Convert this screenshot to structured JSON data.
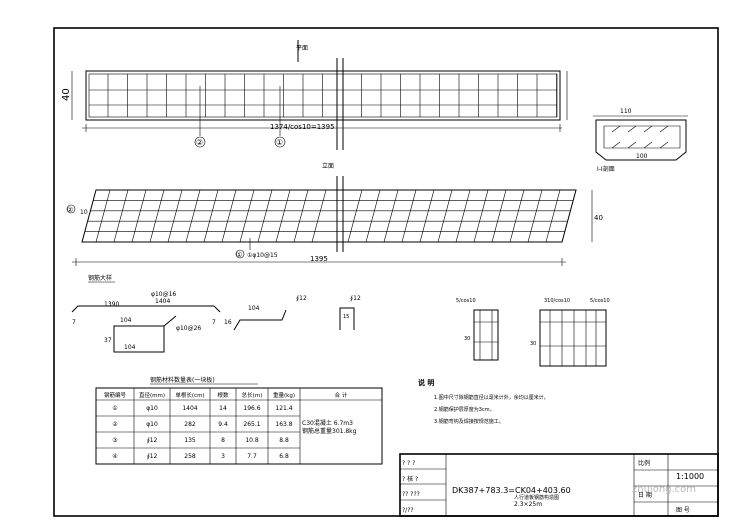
{
  "drawing": {
    "plan_label": "平面",
    "elev_label": "立面",
    "length_label": "1374/cos10=1395",
    "total_len": "1395",
    "height_label": "40",
    "side_dim": "10",
    "marker_1": "①",
    "marker_2": "②",
    "bar_note": "①φ10@15",
    "section_label": "I-I剖面",
    "section_top": "110",
    "section_bot": "100",
    "rebar_detail_label": "钢筋大样",
    "bar1_len": "1390",
    "bar1_note": "φ10@16",
    "bar1_total": "1404",
    "bar1_end": "7",
    "bar2_dim": "104",
    "bar2_note": "φ10@26",
    "bar2_side": "37",
    "bar3_dim": "104",
    "bar3_h": "16",
    "bar4_top": "∮12",
    "bar4_dim": "15",
    "detail_a_top": "5/cos10",
    "detail_b_top": "310/cos10",
    "detail_b_right": "5/cos10",
    "detail_side": "30",
    "table_title": "钢筋材料数量表(一块板)"
  },
  "table": {
    "headers": [
      "钢筋编号",
      "直径(mm)",
      "单根长(cm)",
      "根数",
      "总长(m)",
      "重量(kg)",
      "合 计"
    ],
    "rows": [
      [
        "①",
        "φ10",
        "1404",
        "14",
        "196.6",
        "121.4"
      ],
      [
        "②",
        "φ10",
        "282",
        "9.4",
        "265.1",
        "163.8"
      ],
      [
        "③",
        "∮12",
        "135",
        "8",
        "10.8",
        "8.8"
      ],
      [
        "④",
        "∮12",
        "258",
        "3",
        "7.7",
        "6.8"
      ]
    ],
    "total_line1": "C30混凝土 6.7m3",
    "total_line2": "钢筋总重量301.8kg"
  },
  "notes": {
    "title": "说 明",
    "items": [
      "1.图中尺寸除钢筋直径以毫米计外，余均以厘米计。",
      "2.钢筋保护层厚度为3cm。",
      "3.钢筋弯钩及焊接按规范施工。"
    ]
  },
  "titleblock": {
    "rows": [
      "? ? ?",
      "? 核 ?",
      "?? ???",
      "?/??"
    ],
    "main_title": "DK387+783.3=CK04+403.60",
    "sub_title": "人行道板钢筋构造图",
    "sub_title2": "2.3×25m",
    "scale_label": "比例",
    "scale_value": "1:1000",
    "date_label": "日 期",
    "sheet": "图 号",
    "watermark": "zhulong.com"
  }
}
